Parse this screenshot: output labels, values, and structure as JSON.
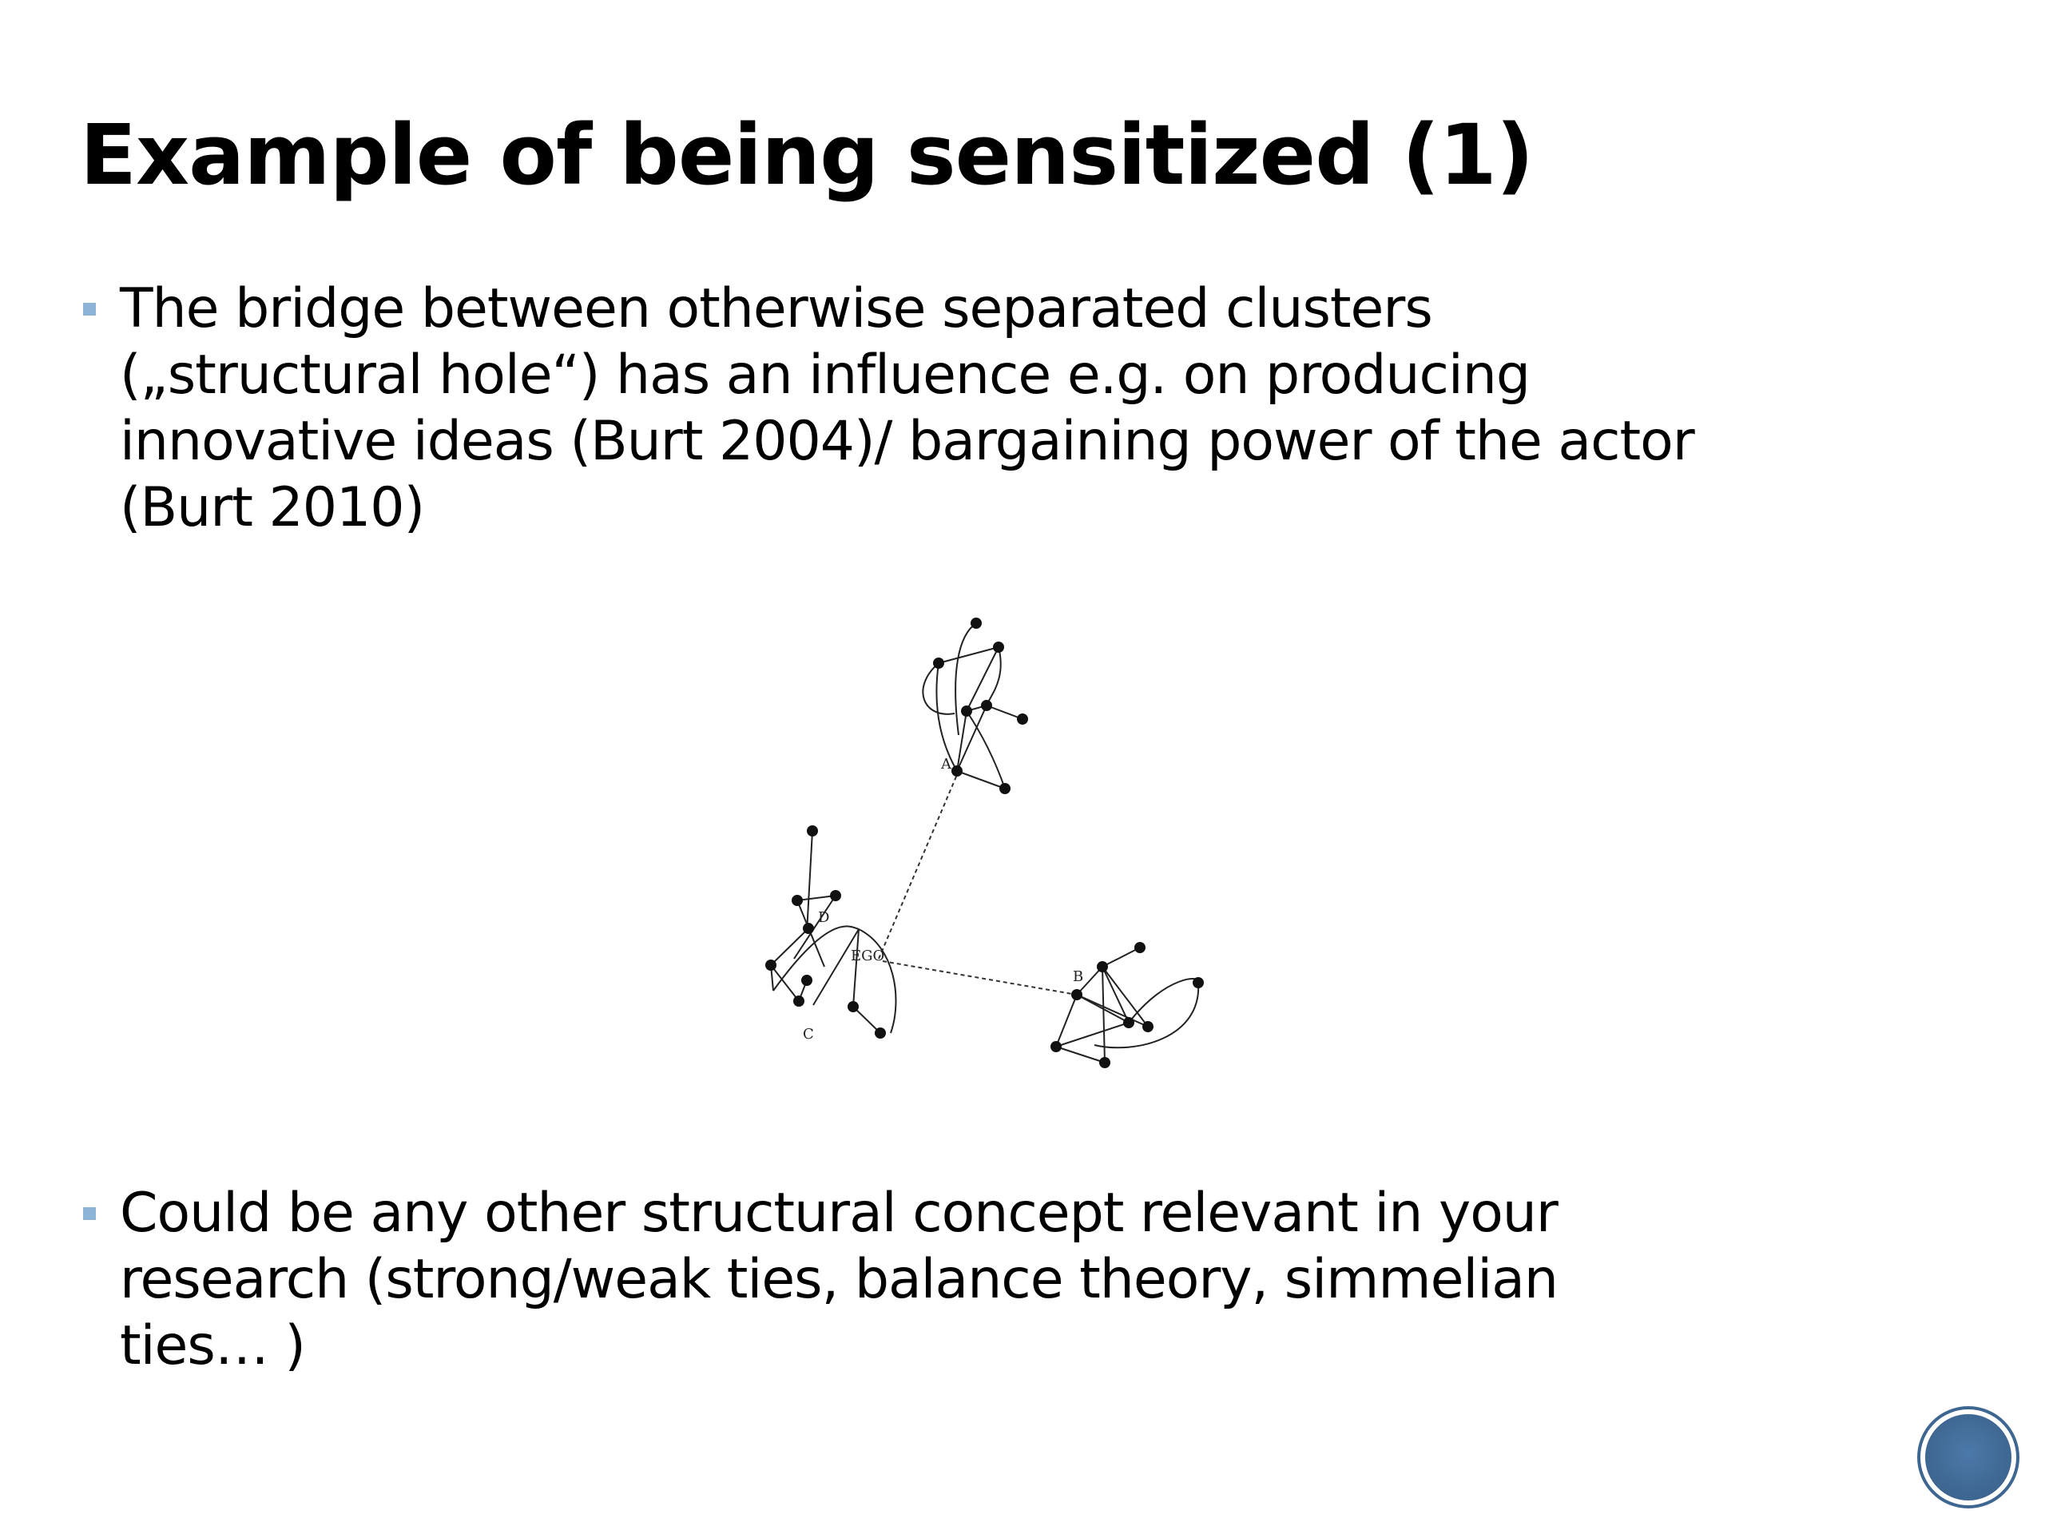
{
  "slide": {
    "title": "Example of being sensitized (1)",
    "bullets": [
      {
        "text": "The bridge between otherwise separated clusters\n(„structural hole“) has an influence e.g. on producing\ninnovative ideas (Burt 2004)/ bargaining power of the actor\n(Burt 2010)"
      },
      {
        "text": "Could be any other structural concept relevant in your\nresearch (strong/weak ties, balance theory, simmelian\nties… )"
      }
    ]
  },
  "figure": {
    "node_labels": {
      "a": "A",
      "b": "B",
      "c": "C",
      "d": "D",
      "ego": "EGO"
    }
  },
  "colors": {
    "bullet_marker": "#8db3d6",
    "nav_button": "#3d6690"
  },
  "icons": {
    "nav_button": "circle-nav-icon"
  }
}
